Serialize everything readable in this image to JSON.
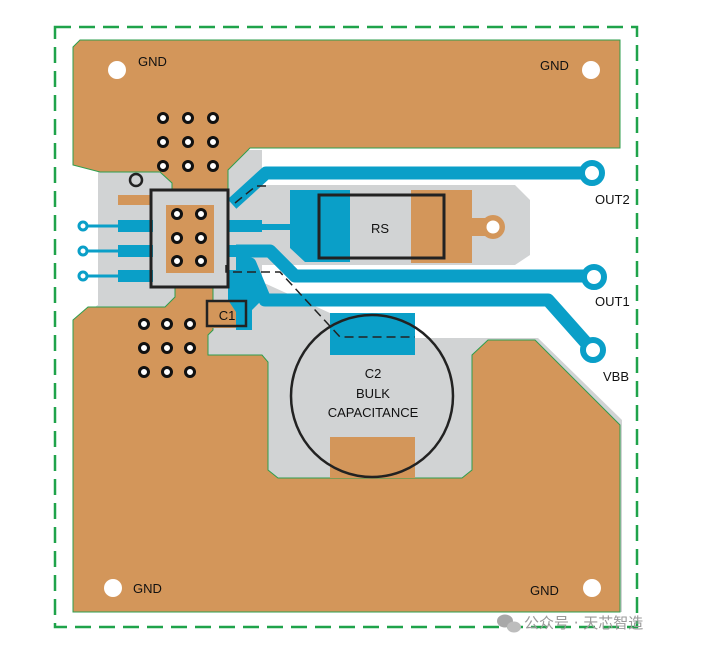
{
  "diagram": {
    "colors": {
      "copper": "#d3965a",
      "board": "#d1d3d4",
      "trace": "#0a9fc8",
      "outline": "#2e9e4e",
      "border_dashed": "#1fa34a",
      "silkscreen": "#222222"
    },
    "labels": {
      "gnd_top_left": "GND",
      "gnd_top_right": "GND",
      "gnd_bottom_left": "GND",
      "gnd_bottom_right": "GND",
      "out2": "OUT2",
      "out1": "OUT1",
      "vbb": "VBB",
      "rs": "RS",
      "c1": "C1",
      "c2_line1": "C2",
      "c2_line2": "BULK",
      "c2_line3": "CAPACITANCE"
    },
    "watermark": {
      "text": "公众号 · 天芯智造",
      "icon": "wechat-icon"
    }
  }
}
